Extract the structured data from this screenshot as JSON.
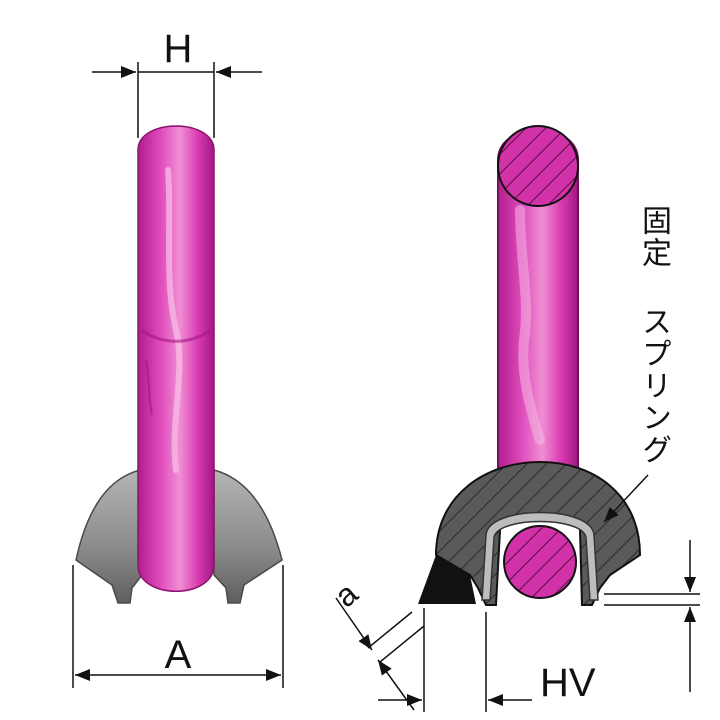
{
  "labels": {
    "dim_h": "H",
    "dim_a": "A",
    "dim_hv": "HV",
    "dim_a_small": "a",
    "spring_callout": "固定 スプリング"
  },
  "colors": {
    "shackle_magenta": "#d838b0",
    "shackle_dark": "#a01880",
    "shackle_highlight": "#f3a8dd",
    "cast_gray": "#7a7a7a",
    "cast_gray_light": "#a9a9a9",
    "section_gray": "#555555",
    "line": "#111111"
  }
}
